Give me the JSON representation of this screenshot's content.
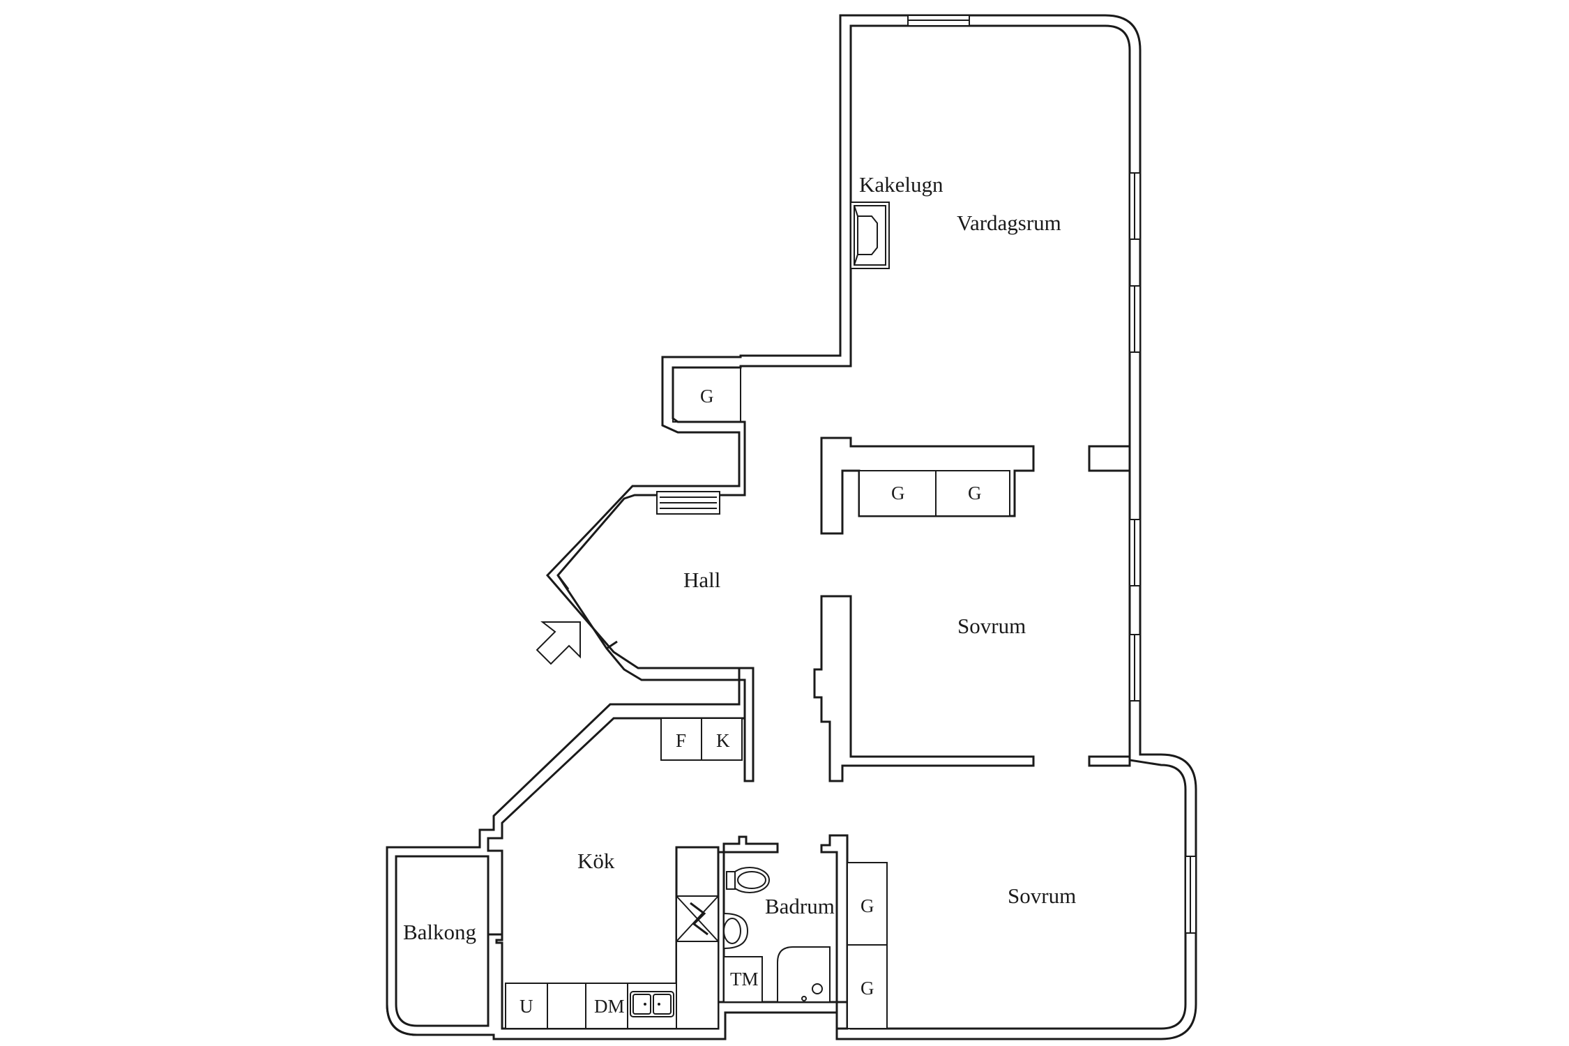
{
  "rooms": {
    "vardagsrum": "Vardagsrum",
    "kakelugn": "Kakelugn",
    "hall": "Hall",
    "sovrum_1": "Sovrum",
    "sovrum_2": "Sovrum",
    "kok": "Kök",
    "badrum": "Badrum",
    "balkong": "Balkong"
  },
  "fixtures": {
    "garderob": "G",
    "freezer": "F",
    "fridge": "K",
    "oven": "U",
    "dishwasher": "DM",
    "washing_machine": "TM"
  },
  "colors": {
    "line": "#1a1a1a",
    "background": "#ffffff"
  },
  "icons": [
    "entrance-arrow-icon",
    "tiled-stove-icon",
    "toilet-icon",
    "washbasin-icon",
    "shower-icon",
    "sink-icon",
    "stove-icon",
    "radiator-icon"
  ]
}
